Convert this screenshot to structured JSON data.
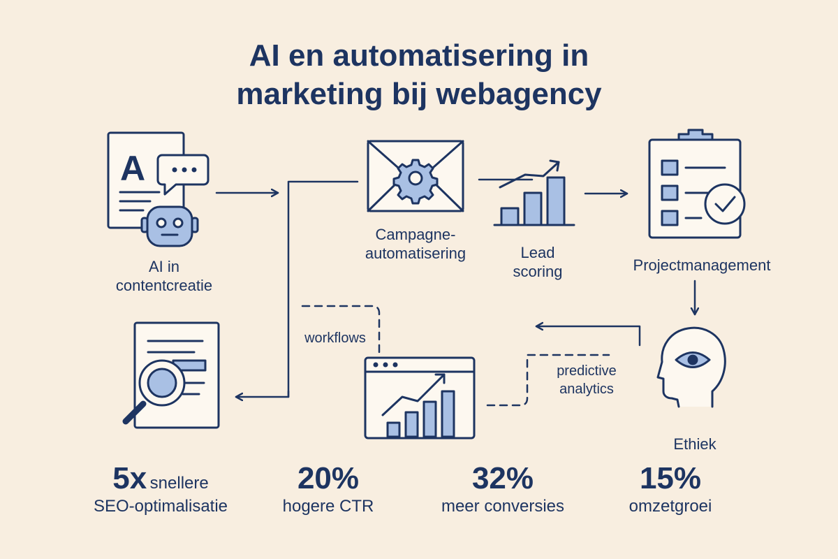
{
  "title": {
    "line1": "AI en automatisering in",
    "line2": "marketing bij webagency"
  },
  "nodes": {
    "content_creation": {
      "line1": "AI in",
      "line2": "contentcreatie",
      "icon": "document-robot-icon"
    },
    "campaign": {
      "line1": "Campagne-",
      "line2": "automatisering",
      "icon": "envelope-gear-icon"
    },
    "lead_scoring": {
      "line1": "Lead",
      "line2": "scoring",
      "icon": "bar-chart-icon"
    },
    "project_management": {
      "label": "Projectmanagement",
      "icon": "clipboard-check-icon"
    },
    "ethics": {
      "label": "Ethiek",
      "icon": "head-eye-icon"
    },
    "seo": {
      "icon": "document-magnifier-icon"
    },
    "analytics_dashboard": {
      "icon": "browser-chart-icon"
    }
  },
  "connector_labels": {
    "workflows": "workflows",
    "predictive_line1": "predictive",
    "predictive_line2": "analytics"
  },
  "stats": [
    {
      "value": "5x",
      "line1_suffix": "snellere",
      "line2": "SEO-optimalisatie"
    },
    {
      "value": "20%",
      "line2": "hogere CTR"
    },
    {
      "value": "32%",
      "line2": "meer conversies"
    },
    {
      "value": "15%",
      "line2": "omzetgroei"
    }
  ],
  "colors": {
    "background": "#f8eee0",
    "ink": "#1d3461",
    "icon_fill": "#a9c0e4",
    "paper": "#fdf8f0"
  }
}
